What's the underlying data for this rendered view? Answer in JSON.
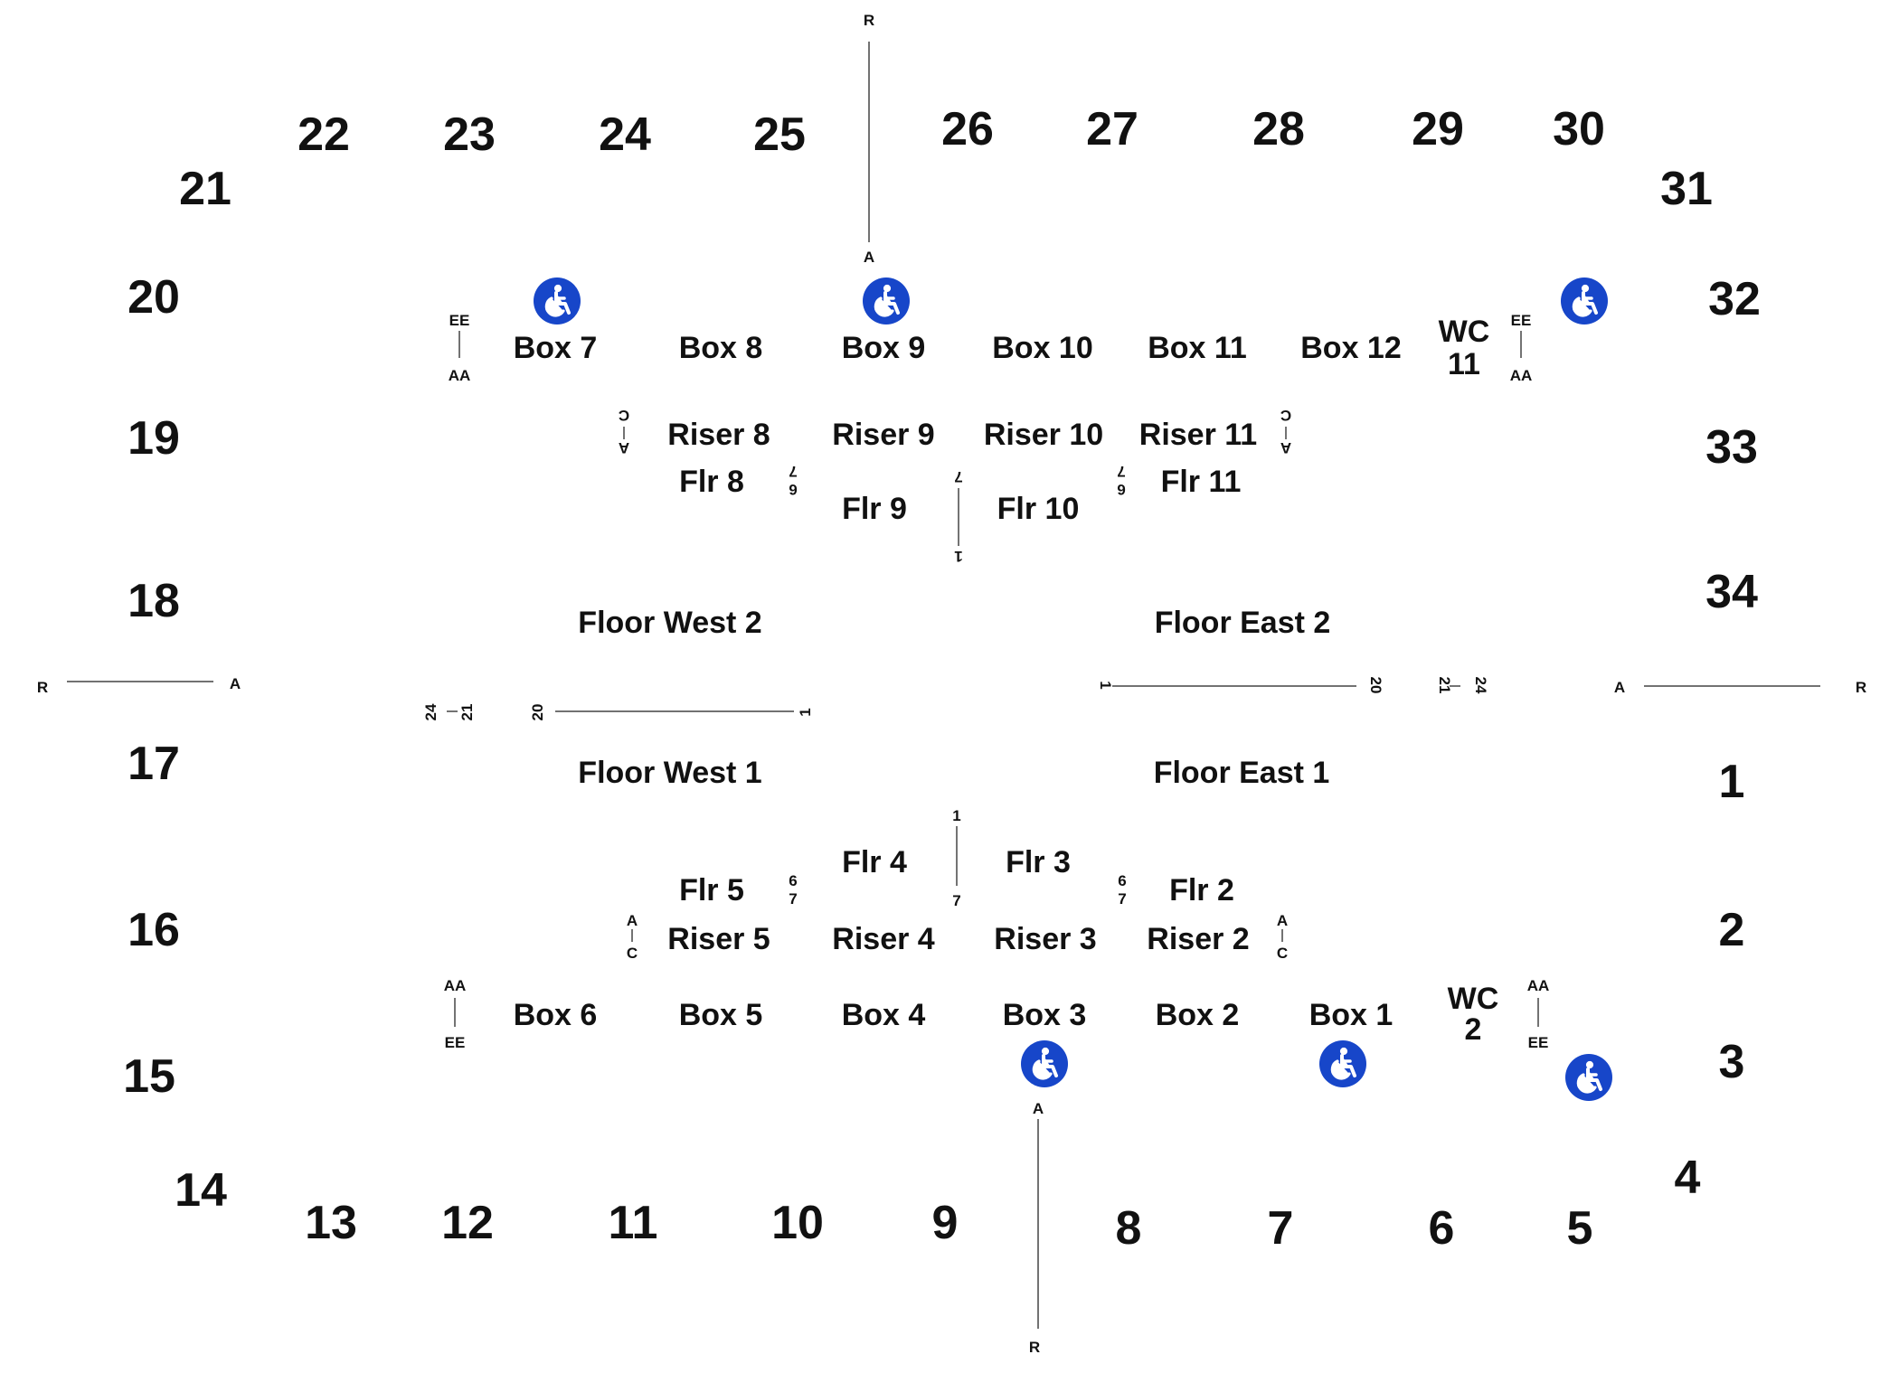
{
  "map": {
    "colors": {
      "text": "#111111",
      "line": "#444444",
      "accessible": "#1746c9"
    },
    "sections": {
      "s1": "1",
      "s2": "2",
      "s3": "3",
      "s4": "4",
      "s5": "5",
      "s6": "6",
      "s7": "7",
      "s8": "8",
      "s9": "9",
      "s10": "10",
      "s11": "11",
      "s12": "12",
      "s13": "13",
      "s14": "14",
      "s15": "15",
      "s16": "16",
      "s17": "17",
      "s18": "18",
      "s19": "19",
      "s20": "20",
      "s21": "21",
      "s22": "22",
      "s23": "23",
      "s24": "24",
      "s25": "25",
      "s26": "26",
      "s27": "27",
      "s28": "28",
      "s29": "29",
      "s30": "30",
      "s31": "31",
      "s32": "32",
      "s33": "33",
      "s34": "34"
    },
    "boxes": {
      "b1": "Box 1",
      "b2": "Box 2",
      "b3": "Box 3",
      "b4": "Box 4",
      "b5": "Box 5",
      "b6": "Box 6",
      "b7": "Box 7",
      "b8": "Box 8",
      "b9": "Box 9",
      "b10": "Box 10",
      "b11": "Box 11",
      "b12": "Box 12"
    },
    "wheelchair": {
      "wc11": {
        "line1": "WC",
        "line2": "11"
      },
      "wc2": {
        "line1": "WC",
        "line2": "2"
      }
    },
    "risers": {
      "r2": "Riser 2",
      "r3": "Riser 3",
      "r4": "Riser 4",
      "r5": "Riser 5",
      "r8": "Riser 8",
      "r9": "Riser 9",
      "r10": "Riser 10",
      "r11": "Riser 11"
    },
    "floors": {
      "f2": "Flr 2",
      "f3": "Flr 3",
      "f4": "Flr 4",
      "f5": "Flr 5",
      "f8": "Flr 8",
      "f9": "Flr 9",
      "f10": "Flr 10",
      "f11": "Flr 11",
      "west1": "Floor West 1",
      "west2": "Floor West 2",
      "east1": "Floor East 1",
      "east2": "Floor East 2"
    },
    "markers": {
      "R": "R",
      "A": "A",
      "C": "C",
      "EE": "EE",
      "AA": "AA",
      "n1": "1",
      "n6": "6",
      "n7": "7",
      "n20": "20",
      "n21": "21",
      "n24": "24"
    },
    "icons": {
      "accessible": "wheelchair-icon"
    }
  }
}
